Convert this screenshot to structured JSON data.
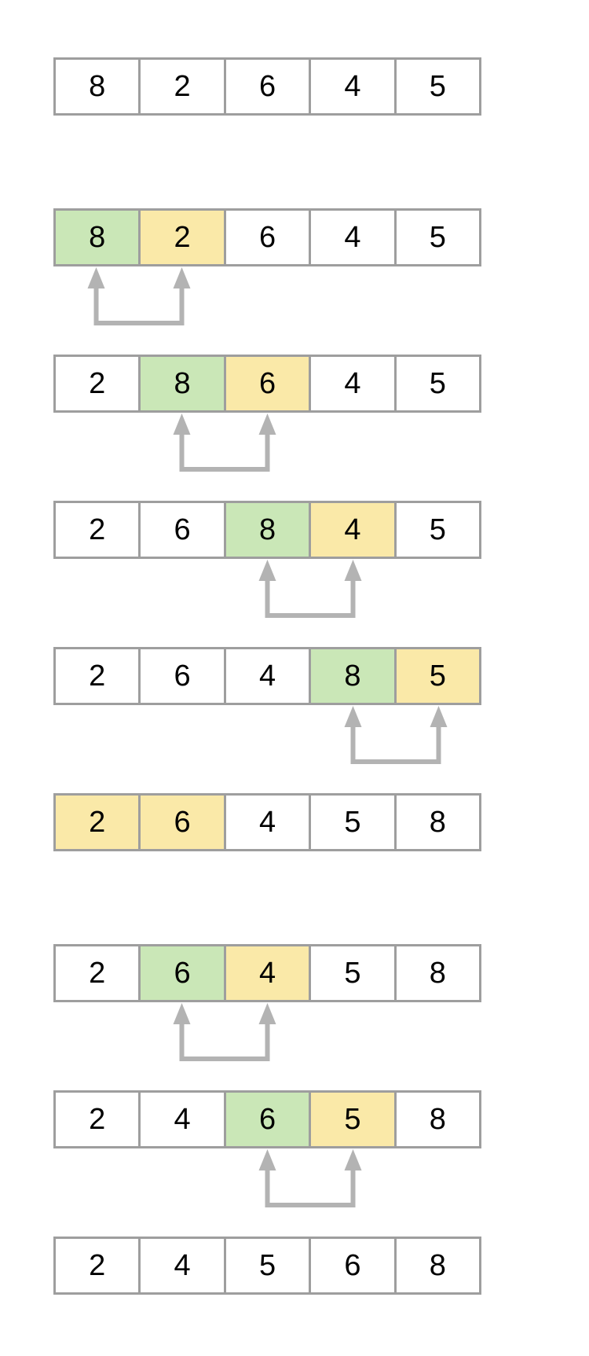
{
  "figure": {
    "name": "bubble-sort-step-diagram",
    "array_length": 5
  },
  "colors": {
    "border": "#9e9e9e",
    "arrow": "#b3b3b3",
    "green": "#cae7b7",
    "yellow": "#fae9a8",
    "text": "#000000",
    "cell_background": "#ffffff"
  },
  "steps": [
    {
      "values": [
        "8",
        "2",
        "6",
        "4",
        "5"
      ],
      "cell_colors": [
        "",
        "",
        "",
        "",
        ""
      ],
      "compare": null
    },
    {
      "values": [
        "8",
        "2",
        "6",
        "4",
        "5"
      ],
      "cell_colors": [
        "green",
        "yellow",
        "",
        "",
        ""
      ],
      "compare": [
        0,
        1
      ]
    },
    {
      "values": [
        "2",
        "8",
        "6",
        "4",
        "5"
      ],
      "cell_colors": [
        "",
        "green",
        "yellow",
        "",
        ""
      ],
      "compare": [
        1,
        2
      ]
    },
    {
      "values": [
        "2",
        "6",
        "8",
        "4",
        "5"
      ],
      "cell_colors": [
        "",
        "",
        "green",
        "yellow",
        ""
      ],
      "compare": [
        2,
        3
      ]
    },
    {
      "values": [
        "2",
        "6",
        "4",
        "8",
        "5"
      ],
      "cell_colors": [
        "",
        "",
        "",
        "green",
        "yellow"
      ],
      "compare": [
        3,
        4
      ]
    },
    {
      "values": [
        "2",
        "6",
        "4",
        "5",
        "8"
      ],
      "cell_colors": [
        "yellow",
        "yellow",
        "",
        "",
        ""
      ],
      "compare": null
    },
    {
      "values": [
        "2",
        "6",
        "4",
        "5",
        "8"
      ],
      "cell_colors": [
        "",
        "green",
        "yellow",
        "",
        ""
      ],
      "compare": [
        1,
        2
      ]
    },
    {
      "values": [
        "2",
        "4",
        "6",
        "5",
        "8"
      ],
      "cell_colors": [
        "",
        "",
        "green",
        "yellow",
        ""
      ],
      "compare": [
        2,
        3
      ]
    },
    {
      "values": [
        "2",
        "4",
        "5",
        "6",
        "8"
      ],
      "cell_colors": [
        "",
        "",
        "",
        "",
        ""
      ],
      "compare": null
    }
  ]
}
